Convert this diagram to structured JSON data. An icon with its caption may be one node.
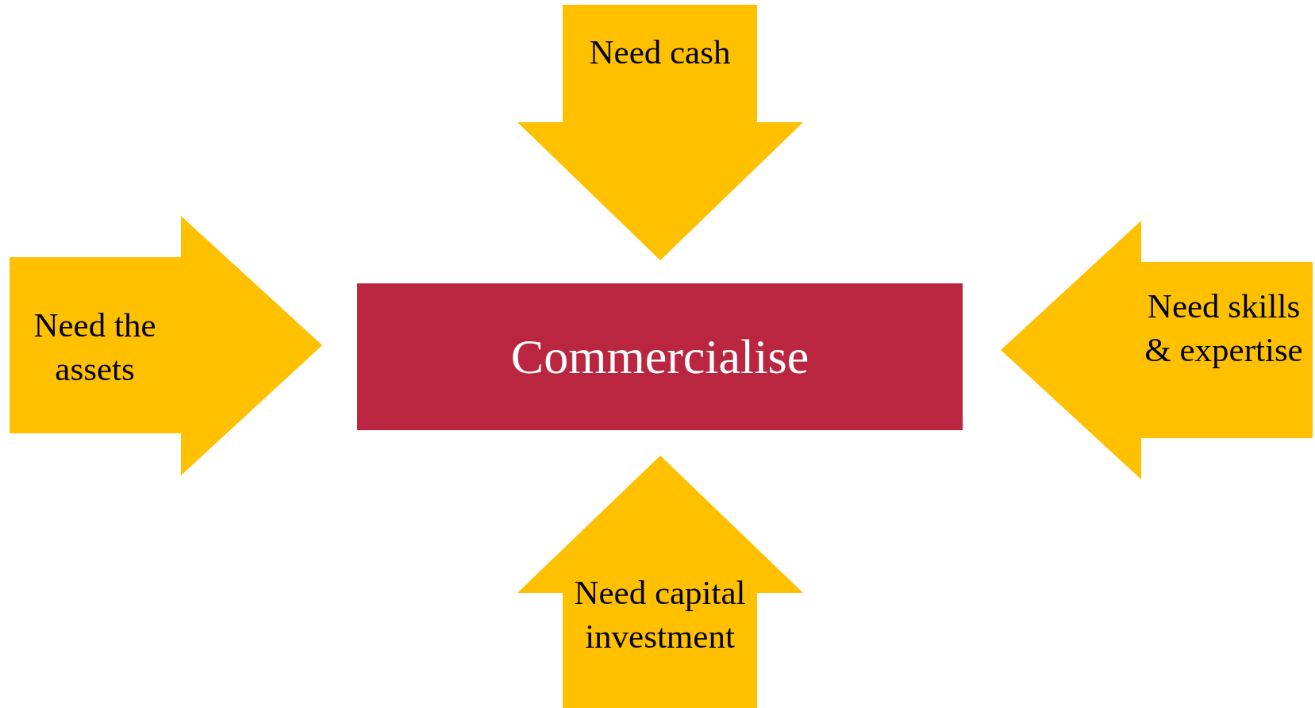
{
  "diagram": {
    "nodes": [
      {
        "text": [
          "Need cash"
        ]
      },
      {
        "text": [
          "Need the assets"
        ]
      },
      {
        "text": [
          "Commercialise"
        ]
      },
      {
        "text": [
          "Need skills & expertise"
        ]
      },
      {
        "text": [
          "Need capital investment"
        ]
      }
    ]
  }
}
